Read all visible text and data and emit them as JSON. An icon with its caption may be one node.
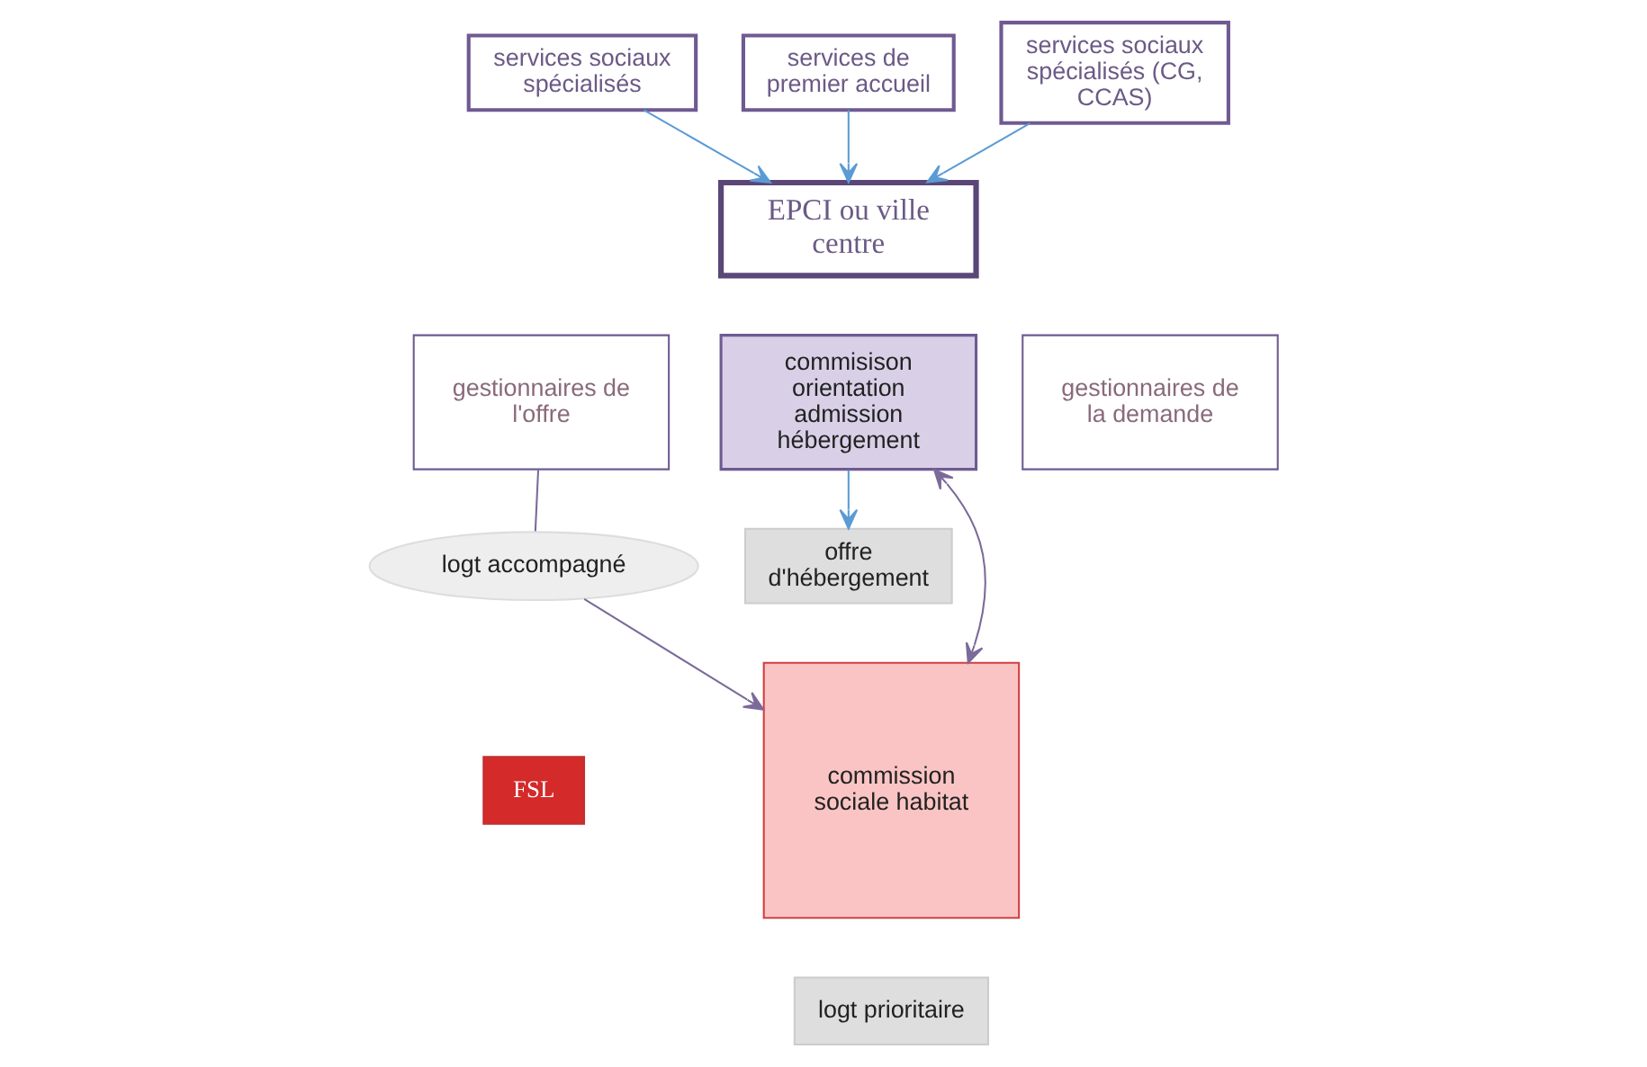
{
  "diagram": {
    "nodes": [
      {
        "text": [
          "services sociaux spécialisés"
        ]
      },
      {
        "text": [
          "services de premier accueil"
        ]
      },
      {
        "text": [
          "services sociaux spécialisés (CG, CCAS)"
        ]
      },
      {
        "text": [
          "EPCI ou ville centre"
        ]
      },
      {
        "text": [
          "gestionnaires de l'offre"
        ]
      },
      {
        "text": [
          "commisison orientation admission hébergement"
        ]
      },
      {
        "text": [
          "gestionnaires de la demande"
        ]
      },
      {
        "text": [
          "logt accompagné"
        ]
      },
      {
        "text": [
          "FSL"
        ]
      },
      {
        "text": [
          "commission sociale habitat"
        ]
      },
      {
        "text": [
          "logt prioritaire"
        ]
      },
      {
        "text": [
          "offre d'hébergement"
        ]
      }
    ],
    "edges": [
      {
        "from": 0,
        "to": 3,
        "arrow": "to"
      },
      {
        "from": 1,
        "to": 3,
        "arrow": "to"
      },
      {
        "from": 2,
        "to": 3,
        "arrow": "to"
      },
      {
        "from": 4,
        "to": 7,
        "arrow": "none",
        "color": "#7b6a9a"
      },
      {
        "from": 7,
        "to": 9,
        "arrow": "to",
        "color": "#7b6a9a"
      },
      {
        "from": 5,
        "to": 9,
        "arrow": "both",
        "color": "#7b6a9a"
      },
      {
        "from": 5,
        "to": 11,
        "arrow": "to"
      }
    ]
  }
}
